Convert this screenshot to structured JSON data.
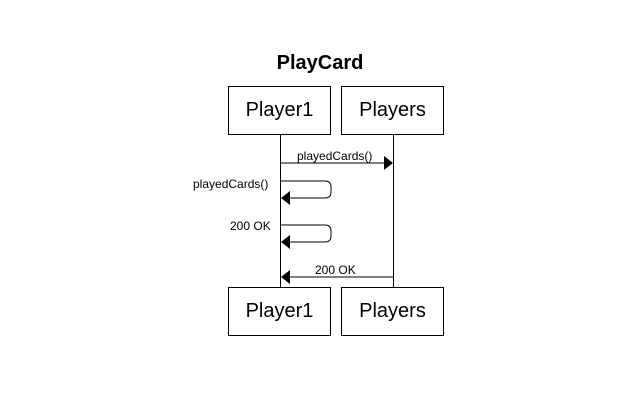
{
  "diagram": {
    "title": "PlayCard",
    "participants": [
      {
        "id": "p1",
        "label": "Player1"
      },
      {
        "id": "p2",
        "label": "Players"
      }
    ],
    "messages": [
      {
        "from": "Player1",
        "to": "Players",
        "label": "playedCards()"
      },
      {
        "from": "Player1",
        "to": "Player1",
        "label": "playedCards()"
      },
      {
        "from": "Player1",
        "to": "Player1",
        "label": "200 OK"
      },
      {
        "from": "Players",
        "to": "Player1",
        "label": "200 OK"
      }
    ]
  }
}
